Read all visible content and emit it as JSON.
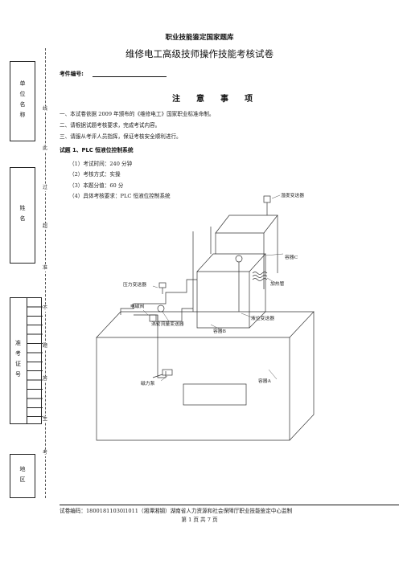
{
  "binding": {
    "box1": "单位名称",
    "box2": "姓名",
    "box3": "准考证号",
    "box4": "地区",
    "seal_chars": [
      "线",
      "此",
      "过",
      "超",
      "准",
      "不",
      "题",
      "答",
      "生",
      "考"
    ]
  },
  "header": {
    "top_title": "职业技能鉴定国家题库",
    "main_title": "维修电工高级技师操作技能考核试卷",
    "exam_no_label": "考件编号:"
  },
  "notice": {
    "title": "注意事项",
    "items": [
      "一、本试卷依据 2009 年颁布的《维修电工》国家职业标准命制。",
      "二、请根据试题考核要求，完成考试内容。",
      "三、请服从考评人员指挥，保证考核安全顺利进行。"
    ]
  },
  "question": {
    "title": "试题 1、PLC 恒液位控制系统",
    "requirements": [
      "（1）考试时间：240 分钟",
      "（2）考核方式：实操",
      "（3）本题分值：60 分",
      "（4）具体考核要求：PLC 恒液位控制系统"
    ]
  },
  "diagram": {
    "labels": {
      "humidity_sensor": "湿度变送器",
      "container_c": "容器C",
      "heater": "加热管",
      "pressure_sensor": "压力变送器",
      "solenoid_valve": "电磁阀",
      "turbine_flow_sensor": "涡轮流量变送器",
      "level_sensor": "液位变送器",
      "container_b": "容器B",
      "pump": "磁力泵",
      "container_a": "容器A"
    }
  },
  "footer": {
    "code": "试卷编码：18001811030l1011（湘潭湘钢）湖南省人力资源和社会保障厅职业技能鉴定中心监制",
    "page": "第  1  页      共 7 页"
  }
}
